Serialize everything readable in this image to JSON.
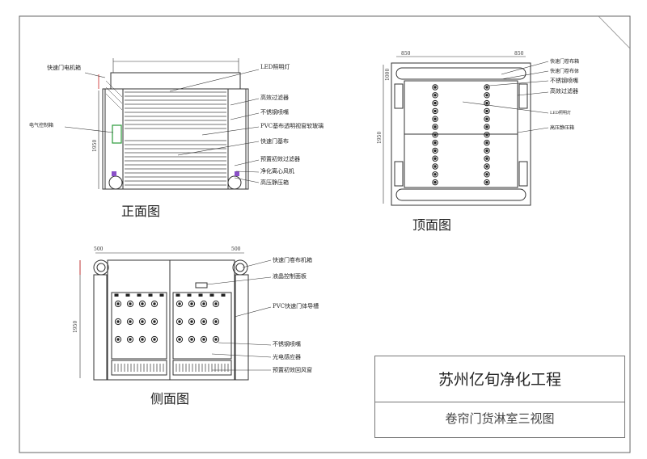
{
  "front_view": {
    "title": "正面图",
    "labels": {
      "door_motor_box": "快速门电机箱",
      "led_light": "LED照明灯",
      "hepa_filter": "高效过滤器",
      "ss_nozzle": "不锈钢喷嘴",
      "pvc_window": "PVC基布透明视窗软玻璃",
      "electrical_box": "电气控制箱",
      "door_fabric": "快速门基布",
      "pre_filter": "预置初效过滤器",
      "centrifugal_fan": "净化离心风机",
      "static_box": "高压静压箱"
    },
    "dims": {
      "height": "1950"
    }
  },
  "top_view": {
    "title": "顶面图",
    "labels": {
      "roll_box": "快速门卷布箱",
      "roll_body": "快速门卷布体",
      "ss_nozzle": "不锈钢喷嘴",
      "hepa_filter": "高效过滤器",
      "led_light": "LED照明灯",
      "static_box": "高压静压箱"
    },
    "dims": {
      "width_a": "850",
      "width_b": "850",
      "depth": "1950",
      "small": "1000"
    }
  },
  "side_view": {
    "title": "侧面图",
    "labels": {
      "roll_machine_box": "快速门卷布机箱",
      "lcd_panel": "液晶控制面板",
      "door_track": "PVC快速门体导槽",
      "ss_nozzle": "不锈钢喷嘴",
      "sensor": "光电感应器",
      "return_window": "预置初效回风窗"
    },
    "dims": {
      "left": "500",
      "right": "500",
      "height": "1950"
    }
  },
  "title_block": {
    "company": "苏州亿旬净化工程",
    "drawing_name": "卷帘门货淋室三视图"
  }
}
